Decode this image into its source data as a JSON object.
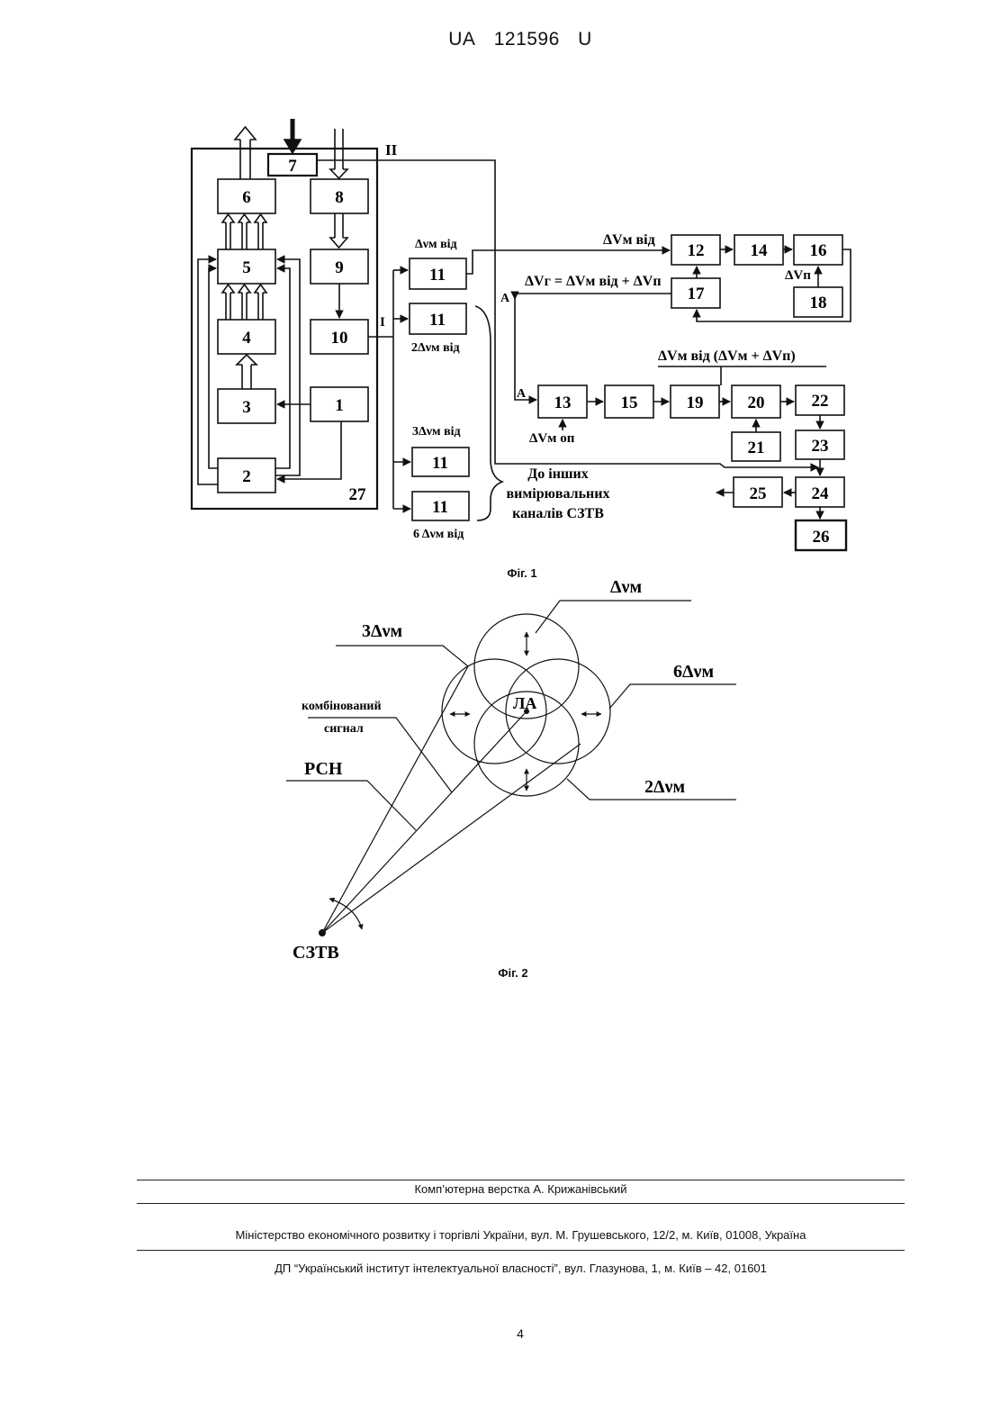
{
  "header": {
    "country": "UA",
    "number": "121596",
    "kind": "U"
  },
  "figure1": {
    "caption": "Фіг. 1",
    "blocks": {
      "b1": "1",
      "b2": "2",
      "b3": "3",
      "b4": "4",
      "b5": "5",
      "b6": "6",
      "b7": "7",
      "b8": "8",
      "b9": "9",
      "b10": "10",
      "b11": "11",
      "b12": "12",
      "b13": "13",
      "b14": "14",
      "b15": "15",
      "b16": "16",
      "b17": "17",
      "b18": "18",
      "b19": "19",
      "b20": "20",
      "b21": "21",
      "b22": "22",
      "b23": "23",
      "b24": "24",
      "b25": "25",
      "b26": "26",
      "b27": "27"
    },
    "labels": {
      "roman2": "II",
      "roman1": "I",
      "ch1": "Δνм від",
      "ch2": "2Δνм від",
      "ch3": "3Δνм від",
      "ch6": "6 Δνм від",
      "dvm_vid": "ΔVм від",
      "dvg_eq": "ΔVг = ΔVм від + ΔVп",
      "dvp": "ΔVп",
      "a_upper": "A",
      "a_lower": "A",
      "dvm_op": "ΔVм оп",
      "dvm_sum": "ΔVм від (ΔVм + ΔVп)",
      "other_l1": "До інших",
      "other_l2": "вимірювальних",
      "other_l3": "каналів СЗТВ"
    }
  },
  "figure2": {
    "caption": "Фіг. 2",
    "labels": {
      "dv1": "Δνм",
      "dv3": "3Δνм",
      "dv6": "6Δνм",
      "dv2": "2Δνм",
      "combined1": "комбінований",
      "combined2": "сигнал",
      "rsn": "РСН",
      "la": "ЛА",
      "sztv": "СЗТВ"
    }
  },
  "footer": {
    "line1": "Комп’ютерна верстка А. Крижанівський",
    "line2": "Міністерство економічного розвитку і торгівлі України, вул. М. Грушевського, 12/2, м. Київ, 01008, Україна",
    "line3": "ДП “Український інститут інтелектуальної власності”, вул. Глазунова, 1, м. Київ – 42, 01601"
  },
  "page_number": "4"
}
